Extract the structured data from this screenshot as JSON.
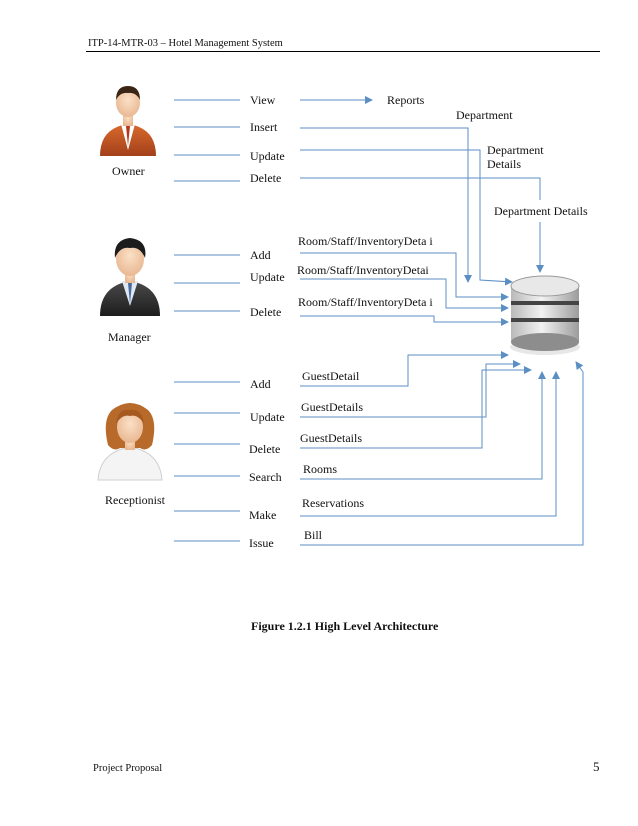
{
  "header": {
    "title": "ITP-14-MTR-03  – Hotel Management System"
  },
  "actors": {
    "owner": "Owner",
    "manager": "Manager",
    "receptionist": "Receptionist"
  },
  "owner_actions": [
    "View",
    "Insert",
    "Update",
    "Delete"
  ],
  "manager_actions": [
    "Add",
    "Update",
    "Delete"
  ],
  "receptionist_actions": [
    "Add",
    "Update",
    "Delete",
    "Search",
    "Make",
    "Issue"
  ],
  "flow_labels": {
    "reports": "Reports",
    "department": "Department",
    "department_details_1": "Department\nDetails",
    "department_details_2": "Department  Details",
    "manager_add": "Room/Staff/InventoryDeta i",
    "manager_update": "Room/Staff/InventoryDetai",
    "manager_delete": "Room/Staff/InventoryDeta i",
    "recep_add": "GuestDetail",
    "recep_update": "GuestDetails",
    "recep_delete": "GuestDetails",
    "recep_search": "Rooms",
    "recep_make": "Reservations",
    "recep_issue": "Bill"
  },
  "caption": "Figure  1.2.1 High  Level Architecture",
  "footer": {
    "label": "Project Proposal",
    "page": "5"
  },
  "colors": {
    "line": "#5b8fc4",
    "rule": "#000000"
  },
  "icons": [
    "owner-avatar-icon",
    "manager-avatar-icon",
    "receptionist-avatar-icon",
    "database-icon"
  ]
}
